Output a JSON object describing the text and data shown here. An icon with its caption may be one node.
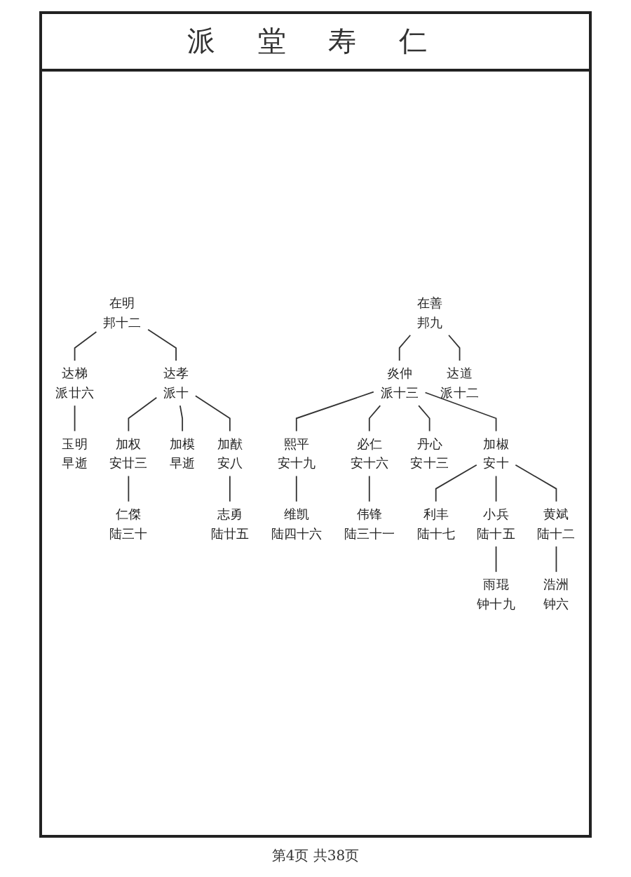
{
  "diagram": {
    "title": "派 堂 寿 仁",
    "nodes": [
      {
        "text": [
          "在明"
        ],
        "beside": [
          "邦十二"
        ]
      },
      {
        "text": [
          "在善"
        ],
        "beside": [
          "邦九"
        ]
      },
      {
        "text": [
          "达梯"
        ],
        "beside": [
          "派廿六"
        ]
      },
      {
        "text": [
          "达孝"
        ],
        "beside": [
          "派十"
        ]
      },
      {
        "text": [
          "炎仲"
        ],
        "beside": [
          "派十三"
        ]
      },
      {
        "text": [
          "达道"
        ],
        "beside": [
          "派十二"
        ]
      },
      {
        "text": [
          "玉明"
        ],
        "beside": [
          "早逝"
        ]
      },
      {
        "text": [
          "加权"
        ],
        "beside": [
          "安廿三"
        ]
      },
      {
        "text": [
          "加模"
        ],
        "beside": [
          "早逝"
        ]
      },
      {
        "text": [
          "加猷"
        ],
        "beside": [
          "安八"
        ]
      },
      {
        "text": [
          "熙平"
        ],
        "beside": [
          "安十九"
        ]
      },
      {
        "text": [
          "必仁"
        ],
        "beside": [
          "安十六"
        ]
      },
      {
        "text": [
          "丹心"
        ],
        "beside": [
          "安十三"
        ]
      },
      {
        "text": [
          "加椒"
        ],
        "beside": [
          "安十"
        ]
      },
      {
        "text": [
          "仁傑"
        ],
        "beside": [
          "陆三十"
        ]
      },
      {
        "text": [
          "志勇"
        ],
        "beside": [
          "陆廿五"
        ]
      },
      {
        "text": [
          "维凯"
        ],
        "beside": [
          "陆四十六"
        ]
      },
      {
        "text": [
          "伟锋"
        ],
        "beside": [
          "陆三十一"
        ]
      },
      {
        "text": [
          "利丰"
        ],
        "beside": [
          "陆十七"
        ]
      },
      {
        "text": [
          "小兵"
        ],
        "beside": [
          "陆十五"
        ]
      },
      {
        "text": [
          "黄斌"
        ],
        "beside": [
          "陆十二"
        ]
      },
      {
        "text": [
          "雨琨"
        ],
        "beside": [
          "钟十九"
        ]
      },
      {
        "text": [
          "浩洲"
        ],
        "beside": [
          "钟六"
        ]
      }
    ],
    "edges": [
      {
        "from": 0,
        "to": 2,
        "arrow": "none"
      },
      {
        "from": 0,
        "to": 3,
        "arrow": "none"
      },
      {
        "from": 1,
        "to": 4,
        "arrow": "none"
      },
      {
        "from": 1,
        "to": 5,
        "arrow": "none"
      },
      {
        "from": 2,
        "to": 6,
        "arrow": "none"
      },
      {
        "from": 3,
        "to": 7,
        "arrow": "none"
      },
      {
        "from": 3,
        "to": 8,
        "arrow": "none"
      },
      {
        "from": 3,
        "to": 9,
        "arrow": "none"
      },
      {
        "from": 4,
        "to": 10,
        "arrow": "none"
      },
      {
        "from": 4,
        "to": 11,
        "arrow": "none"
      },
      {
        "from": 4,
        "to": 12,
        "arrow": "none"
      },
      {
        "from": 4,
        "to": 13,
        "arrow": "none"
      },
      {
        "from": 7,
        "to": 14,
        "arrow": "none"
      },
      {
        "from": 9,
        "to": 15,
        "arrow": "none"
      },
      {
        "from": 10,
        "to": 16,
        "arrow": "none"
      },
      {
        "from": 11,
        "to": 17,
        "arrow": "none"
      },
      {
        "from": 13,
        "to": 18,
        "arrow": "none"
      },
      {
        "from": 13,
        "to": 19,
        "arrow": "none"
      },
      {
        "from": 13,
        "to": 20,
        "arrow": "none"
      },
      {
        "from": 19,
        "to": 21,
        "arrow": "none"
      },
      {
        "from": 20,
        "to": 22,
        "arrow": "none"
      }
    ],
    "labels": [
      "第4页 共38页"
    ]
  }
}
